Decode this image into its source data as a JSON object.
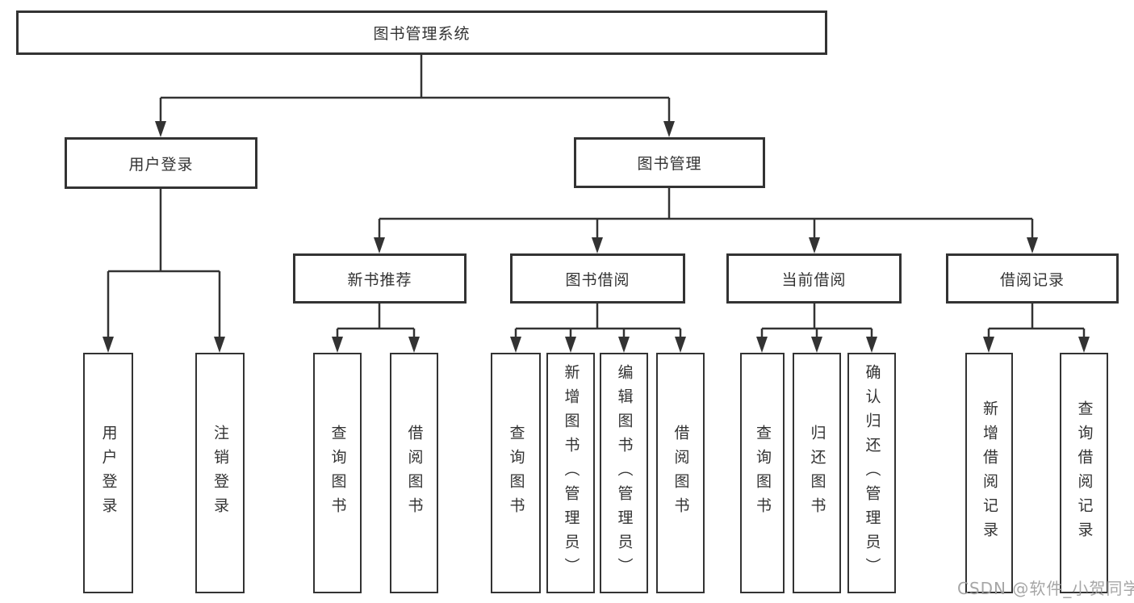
{
  "diagram": {
    "root": {
      "label": "图书管理系统"
    },
    "level2": [
      {
        "label": "用户登录"
      },
      {
        "label": "图书管理"
      }
    ],
    "level3": [
      {
        "label": "新书推荐"
      },
      {
        "label": "图书借阅"
      },
      {
        "label": "当前借阅"
      },
      {
        "label": "借阅记录"
      }
    ],
    "groups": [
      {
        "parent": "用户登录",
        "children": [
          "用户登录",
          "注销登录"
        ]
      },
      {
        "parent": "新书推荐",
        "children": [
          "查询图书",
          "借阅图书"
        ]
      },
      {
        "parent": "图书借阅",
        "children": [
          "查询图书",
          "新增图书（管理员）",
          "编辑图书（管理员）",
          "借阅图书"
        ]
      },
      {
        "parent": "当前借阅",
        "children": [
          "查询图书",
          "归还图书",
          "确认归还（管理员）"
        ]
      },
      {
        "parent": "借阅记录",
        "children": [
          "新增借阅记录",
          "查询借阅记录"
        ]
      }
    ]
  },
  "colors": {
    "line": "#333333",
    "text": "#333333",
    "box_background": "#ffffff",
    "page_background": "#ffffff",
    "watermark": "#9e9e9e"
  },
  "watermark": {
    "text": "CSDN @软件_小贺同学"
  }
}
